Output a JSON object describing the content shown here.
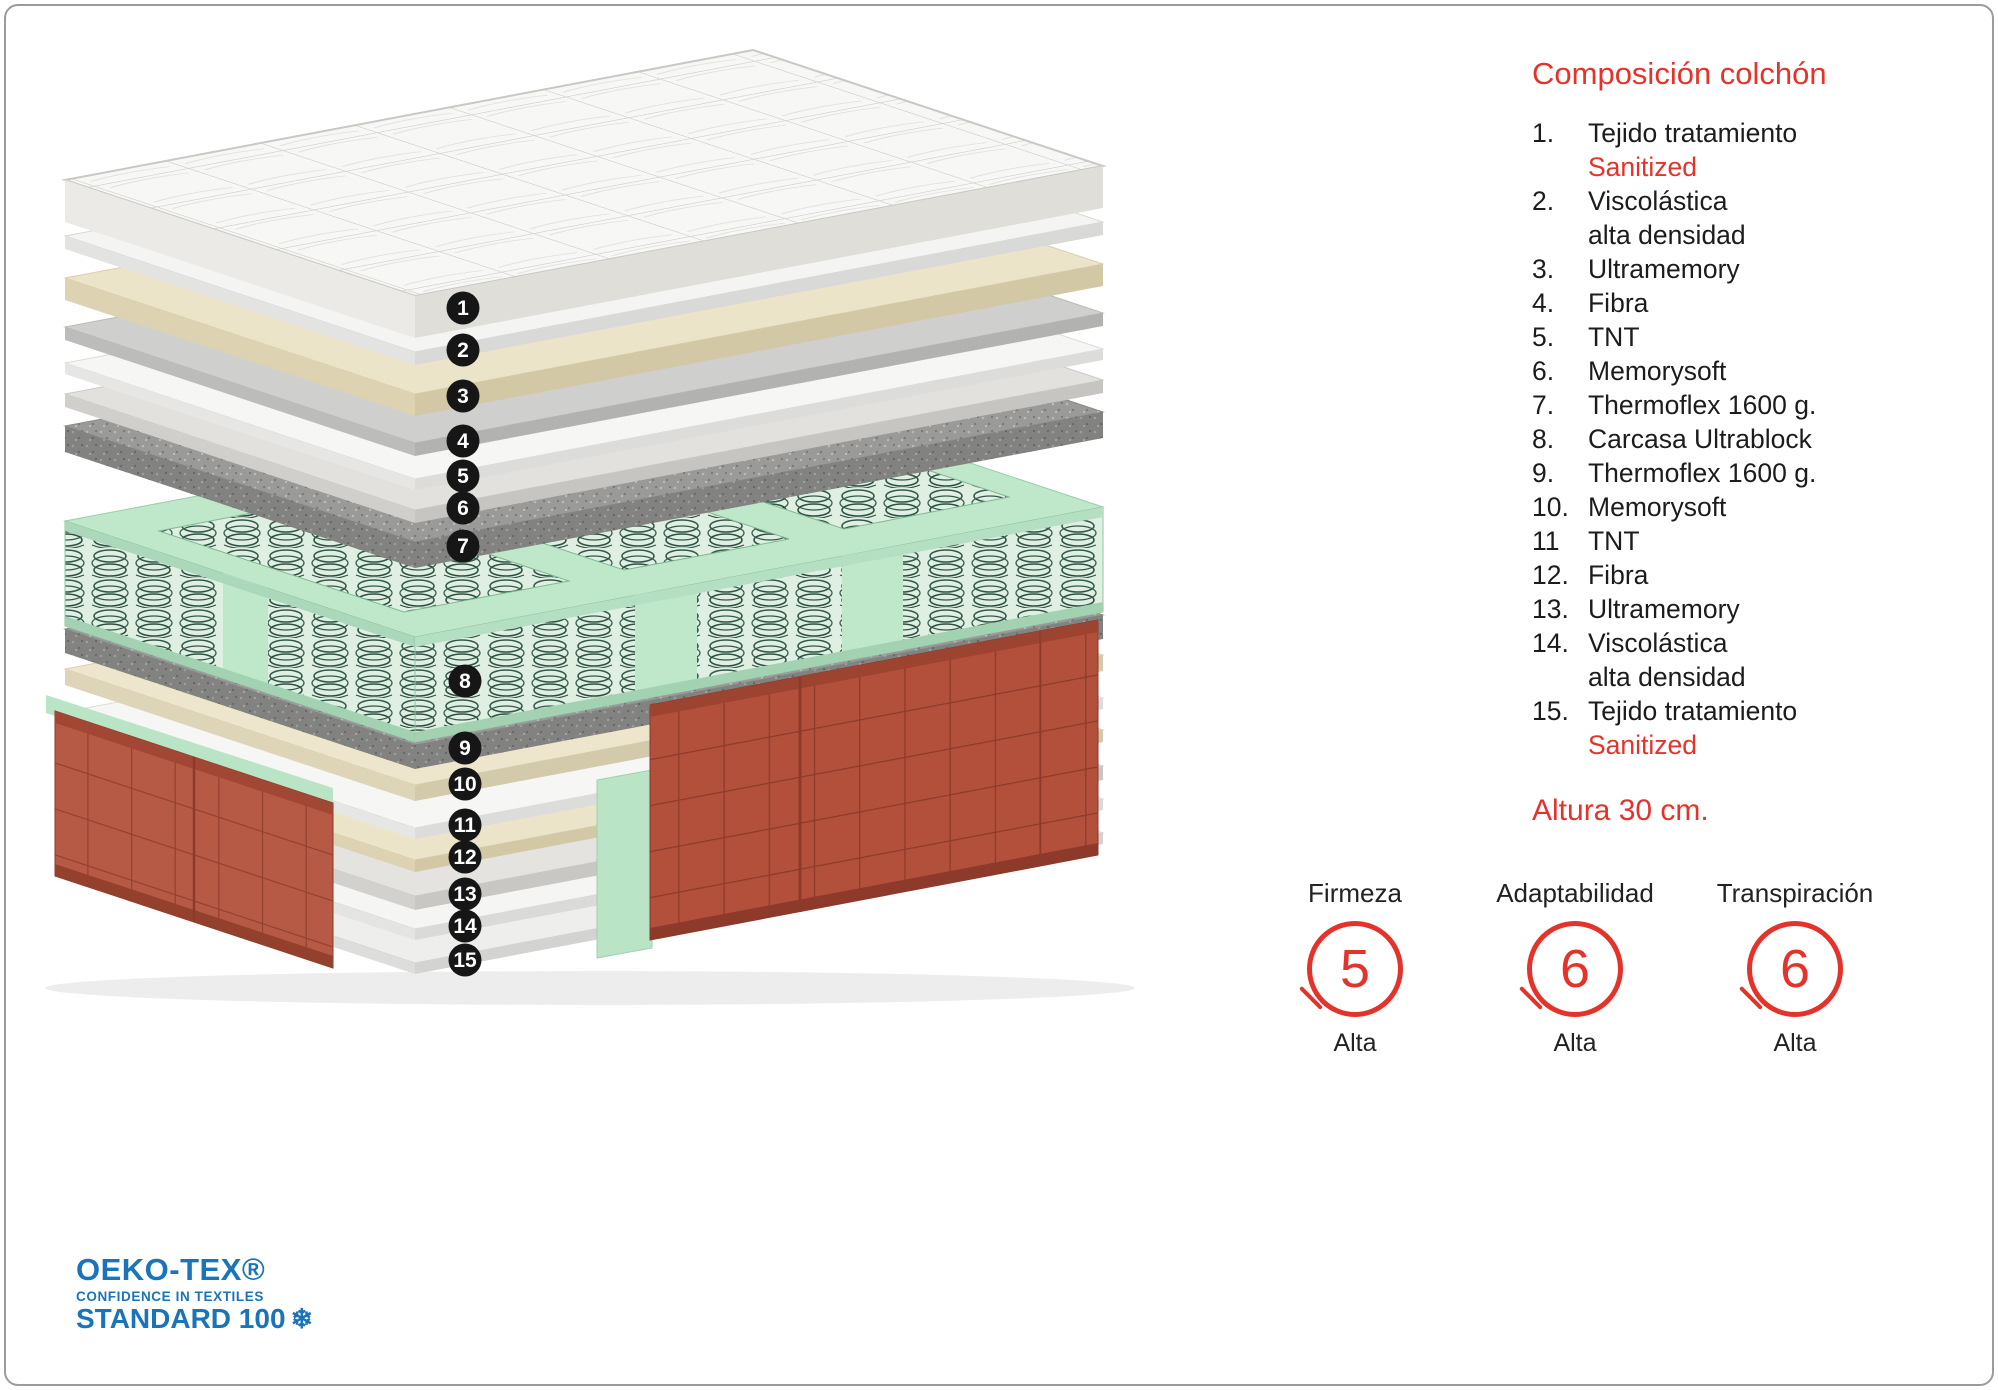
{
  "legend": {
    "title": "Composición colchón",
    "items": [
      {
        "num": "1.",
        "line1": "Tejido tratamiento",
        "line2": "Sanitized"
      },
      {
        "num": "2.",
        "line1": "Viscolástica",
        "line2": "alta densidad"
      },
      {
        "num": "3.",
        "line1": "Ultramemory"
      },
      {
        "num": "4.",
        "line1": "Fibra"
      },
      {
        "num": "5.",
        "line1": "TNT"
      },
      {
        "num": "6.",
        "line1": "Memorysoft"
      },
      {
        "num": "7.",
        "line1": "Thermoflex 1600 g."
      },
      {
        "num": "8.",
        "line1": "Carcasa Ultrablock"
      },
      {
        "num": "9.",
        "line1": "Thermoflex 1600 g."
      },
      {
        "num": "10.",
        "line1": "Memorysoft"
      },
      {
        "num": "11",
        "line1": "TNT"
      },
      {
        "num": "12.",
        "line1": "Fibra"
      },
      {
        "num": "13.",
        "line1": "Ultramemory"
      },
      {
        "num": "14.",
        "line1": "Viscolástica",
        "line2": "alta densidad"
      },
      {
        "num": "15.",
        "line1": "Tejido tratamiento",
        "line2": "Sanitized"
      }
    ],
    "height_note": "Altura 30 cm."
  },
  "diagram": {
    "badges": [
      "1",
      "2",
      "3",
      "4",
      "5",
      "6",
      "7",
      "8",
      "9",
      "10",
      "11",
      "12",
      "13",
      "14",
      "15"
    ]
  },
  "ratings": [
    {
      "label": "Firmeza",
      "value": "5",
      "level": "Alta"
    },
    {
      "label": "Adaptabilidad",
      "value": "6",
      "level": "Alta"
    },
    {
      "label": "Transpiración",
      "value": "6",
      "level": "Alta"
    }
  ],
  "certification": {
    "brand": "OEKO-TEX®",
    "tagline": "CONFIDENCE IN TEXTILES",
    "standard": "STANDARD 100",
    "snowflake_icon": "❄"
  },
  "colors": {
    "accent_red": "#e4332a",
    "oeko_blue": "#1b74b8",
    "foam_green": "#bfe7ca",
    "badge_black": "#161616"
  }
}
